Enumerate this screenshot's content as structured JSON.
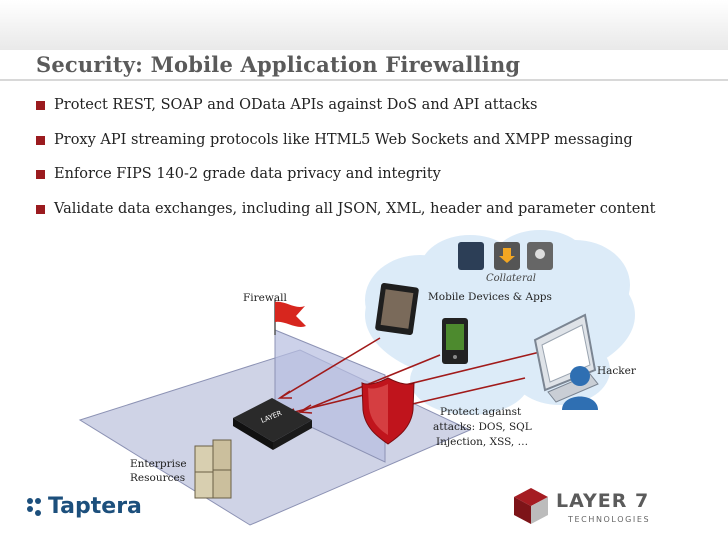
{
  "slide": {
    "title": "Security: Mobile Application Firewalling",
    "bullets": [
      "Protect REST, SOAP and OData APIs against DoS and API attacks",
      "Proxy API streaming protocols like HTML5 Web Sockets  and XMPP messaging",
      "Enforce FIPS 140-2 grade data privacy and integrity",
      "Validate data exchanges, including all JSON, XML, header and parameter content"
    ],
    "accent_color": "#9b1b1f"
  },
  "diagram": {
    "firewall_label": "Firewall",
    "mobile_label": "Mobile Devices & Apps",
    "collateral_label": "Collateral",
    "hacker_label": "Hacker",
    "protect_label": [
      "Protect against",
      "attacks: DOS, SQL",
      "Injection, XSS, …"
    ],
    "enterprise_label": [
      "Enterprise",
      "Resources"
    ],
    "gateway_label": "LAYER"
  },
  "footer": {
    "left_brand": "Taptera",
    "right_brand": "LAYER 7",
    "right_sub": "TECHNOLOGIES"
  }
}
